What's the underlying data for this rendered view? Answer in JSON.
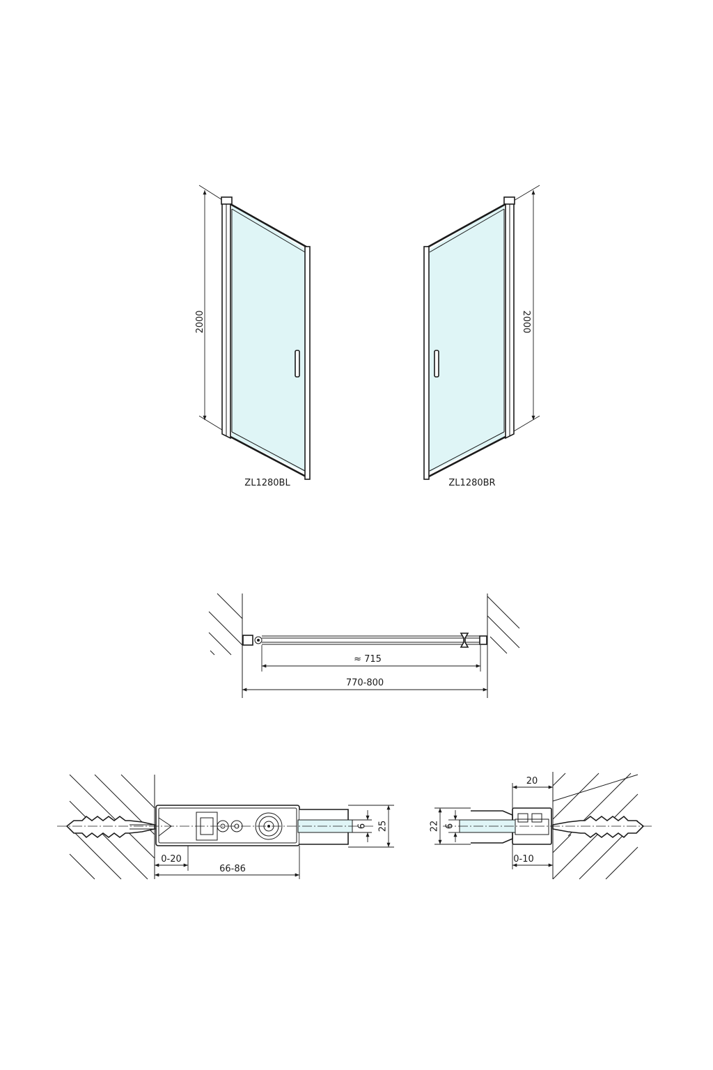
{
  "colors": {
    "line": "#1a1a1a",
    "glass": "#dff5f6",
    "background": "#ffffff"
  },
  "doors": {
    "left_model": "ZL1280BL",
    "right_model": "ZL1280BR",
    "left_height": "2000",
    "right_height": "2000"
  },
  "plan": {
    "door_width": "≈ 715",
    "opening_range": "770-800"
  },
  "details": {
    "left": {
      "adjust_range": "0-20",
      "profile_range": "66-86",
      "glass_thickness": "6",
      "profile_height": "25"
    },
    "right": {
      "profile_width": "20",
      "glass_thickness": "6",
      "profile_height": "22",
      "adjust_range": "0-10"
    }
  }
}
